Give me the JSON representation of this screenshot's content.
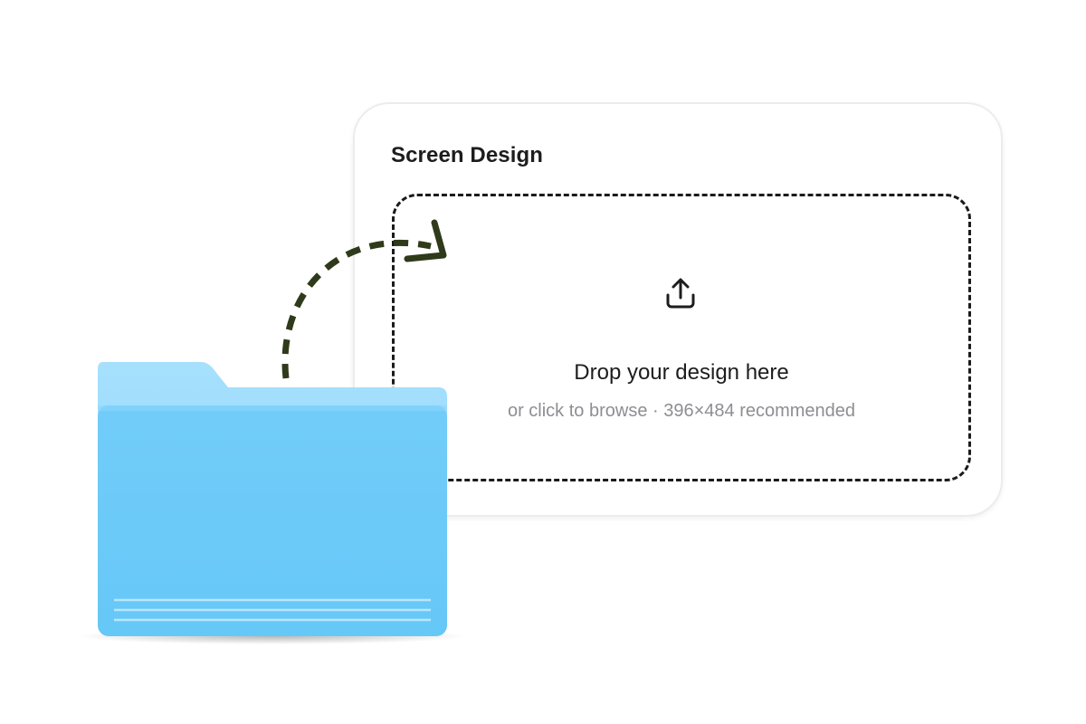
{
  "card": {
    "title": "Screen Design"
  },
  "dropzone": {
    "title": "Drop your design here",
    "subtitle": "or click to browse · 396×484 recommended",
    "icon": "upload-icon"
  },
  "decorations": {
    "folder_icon": "folder-icon",
    "arrow_icon": "dashed-curved-arrow-icon"
  },
  "colors": {
    "folder_front": "#6ac9f8",
    "folder_back": "#9ddcfd",
    "arrow": "#2f3a1b",
    "dashed_border": "#1b1b1b",
    "muted_text": "#8e8e93"
  }
}
